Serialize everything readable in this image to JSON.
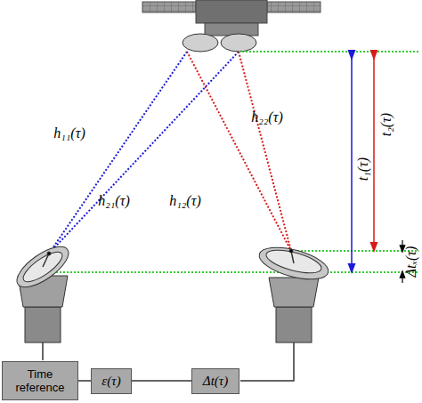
{
  "diagram": {
    "nodes": [
      {
        "text": [
          "Time reference"
        ]
      },
      {
        "text": [
          "ε(τ)"
        ]
      },
      {
        "text": [
          "Δt(τ)"
        ]
      }
    ],
    "edges": [
      {
        "from": 0,
        "to": 1,
        "arrow": "none"
      },
      {
        "from": 1,
        "to": 2,
        "arrow": "none"
      }
    ],
    "labels": [
      "h₁₁(τ)",
      "h₂₁(τ)",
      "h₁₂(τ)",
      "h₂₂(τ)",
      "t₁(τ)",
      "t₂(τ)",
      "Δtₓ(τ)"
    ]
  }
}
